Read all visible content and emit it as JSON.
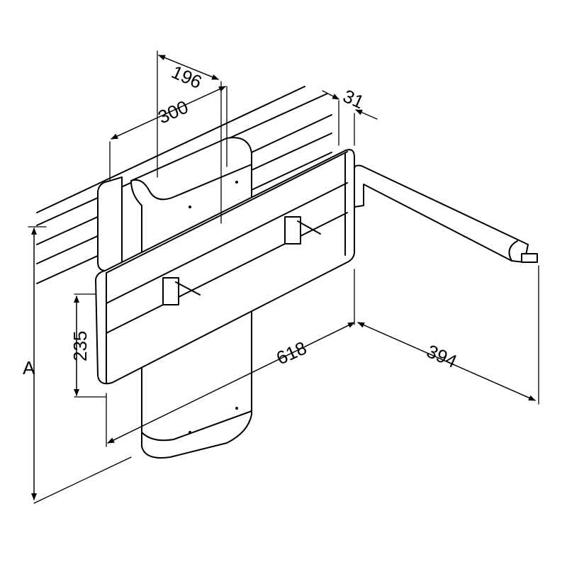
{
  "dimensions": {
    "d196": "196",
    "d300": "300",
    "d31": "31",
    "d235": "235",
    "d618": "618",
    "d394": "394",
    "dA": "A"
  }
}
